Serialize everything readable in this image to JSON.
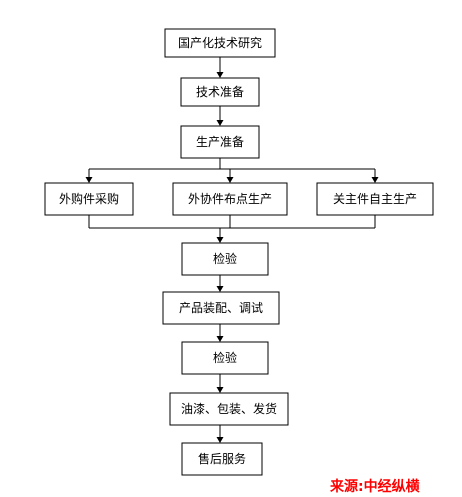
{
  "nodes": {
    "research": "国产化技术研究",
    "tech_prep": "技术准备",
    "prod_prep": "生产准备",
    "purchase": "外购件采购",
    "outsource": "外协件布点生产",
    "key_parts": "关主件自主生产",
    "inspect1": "检验",
    "assembly": "产品装配、调试",
    "inspect2": "检验",
    "finishing": "油漆、包装、发货",
    "service": "售后服务"
  },
  "source": {
    "label": "来源:",
    "name": "中经纵横"
  },
  "colors": {
    "line": "#000000",
    "source_text": "#ff0000"
  }
}
